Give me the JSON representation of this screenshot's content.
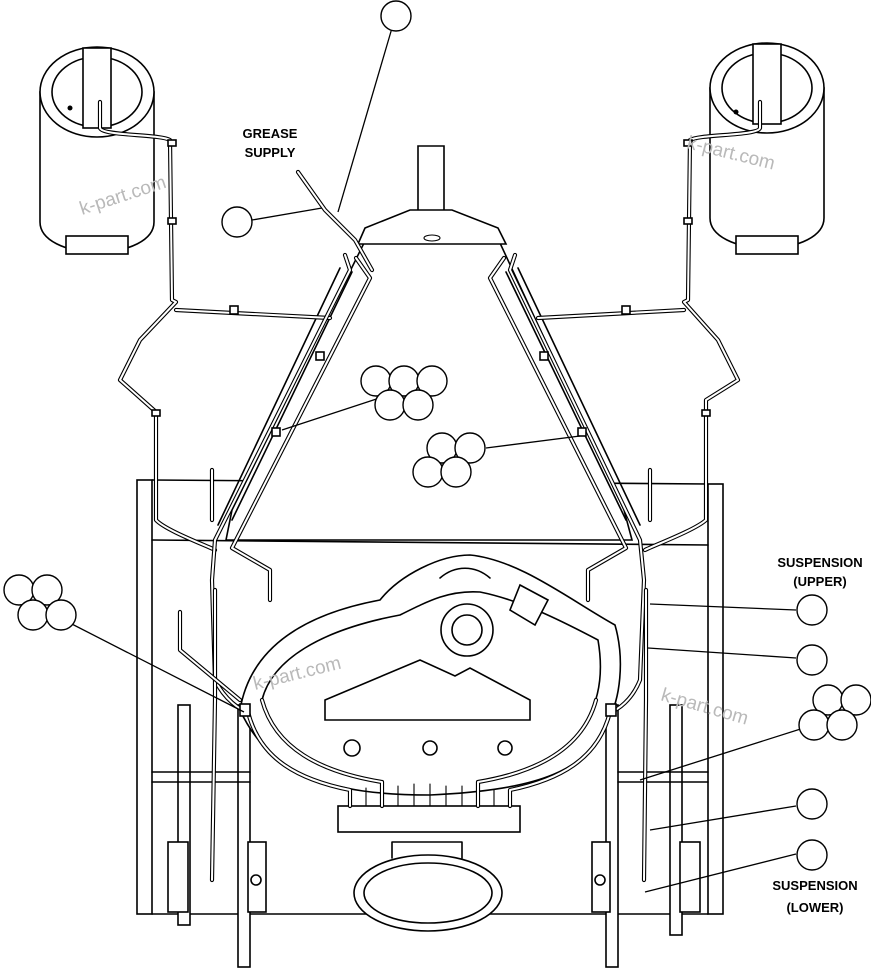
{
  "labels": {
    "grease_supply_line1": "GREASE",
    "grease_supply_line2": "SUPPLY",
    "suspension_upper_line1": "SUSPENSION",
    "suspension_upper_line2": "(UPPER)",
    "suspension_lower_line1": "SUSPENSION",
    "suspension_lower_line2": "(LOWER)"
  },
  "watermark": "k-part.com",
  "colors": {
    "line": "#000000",
    "background": "#ffffff",
    "watermark": "#b9b9b9"
  }
}
